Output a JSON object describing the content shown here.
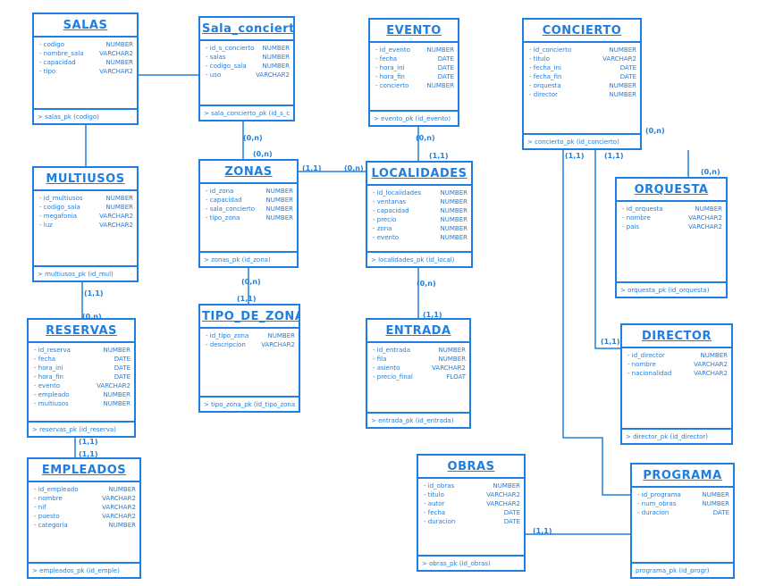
{
  "colors": {
    "stroke": "#1f7ee0",
    "background": "#ffffff"
  },
  "tables": [
    {
      "id": "salas",
      "name": "SALAS",
      "pk": "> salas_pk (codigo)",
      "attrs": [
        [
          "- codigo",
          "NUMBER"
        ],
        [
          "- nombre_sala",
          "VARCHAR2"
        ],
        [
          "- capacidad",
          "NUMBER"
        ],
        [
          "- tipo",
          "VARCHAR2"
        ]
      ]
    },
    {
      "id": "sala-concierto",
      "name": "Sala_concierto",
      "pk": "> sala_concierto_pk (id_s_con)",
      "attrs": [
        [
          "- id_s_concierto",
          "NUMBER"
        ],
        [
          "- salas",
          "NUMBER"
        ],
        [
          "- codigo_sala",
          "NUMBER"
        ],
        [
          "- uso",
          "VARCHAR2"
        ]
      ]
    },
    {
      "id": "evento",
      "name": "EVENTO",
      "pk": "> evento_pk (id_evento)",
      "attrs": [
        [
          "- id_evento",
          "NUMBER"
        ],
        [
          "- fecha",
          "DATE"
        ],
        [
          "- hora_ini",
          "DATE"
        ],
        [
          "- hora_fin",
          "DATE"
        ],
        [
          "- concierto",
          "NUMBER"
        ]
      ]
    },
    {
      "id": "concierto",
      "name": "CONCIERTO",
      "pk": "> concierto_pk (id_concierto)",
      "attrs": [
        [
          "- id_concierto",
          "NUMBER"
        ],
        [
          "- titulo",
          "VARCHAR2"
        ],
        [
          "- fecha_ini",
          "DATE"
        ],
        [
          "- fecha_fin",
          "DATE"
        ],
        [
          "- orquesta",
          "NUMBER"
        ],
        [
          "- director",
          "NUMBER"
        ]
      ]
    },
    {
      "id": "multiusos",
      "name": "MULTIUSOS",
      "pk": "> multiusos_pk (id_mul)",
      "attrs": [
        [
          "- id_multiusos",
          "NUMBER"
        ],
        [
          "- codigo_sala",
          "NUMBER"
        ],
        [
          "- megafonia",
          "VARCHAR2"
        ],
        [
          "- luz",
          "VARCHAR2"
        ]
      ]
    },
    {
      "id": "zonas",
      "name": "ZONAS",
      "pk": "> zonas_pk (id_zona)",
      "attrs": [
        [
          "- id_zona",
          "NUMBER"
        ],
        [
          "- capacidad",
          "NUMBER"
        ],
        [
          "- sala_concierto",
          "NUMBER"
        ],
        [
          "- tipo_zona",
          "NUMBER"
        ]
      ]
    },
    {
      "id": "localidades",
      "name": "LOCALIDADES",
      "pk": "> localidades_pk (id_local)",
      "attrs": [
        [
          "- id_localidades",
          "NUMBER"
        ],
        [
          "- ventanas",
          "NUMBER"
        ],
        [
          "- capacidad",
          "NUMBER"
        ],
        [
          "- precio",
          "NUMBER"
        ],
        [
          "- zona",
          "NUMBER"
        ],
        [
          "- evento",
          "NUMBER"
        ]
      ]
    },
    {
      "id": "orquesta",
      "name": "ORQUESTA",
      "pk": "> orquesta_pk (id_orquesta)",
      "attrs": [
        [
          "- id_orquesta",
          "NUMBER"
        ],
        [
          "- nombre",
          "VARCHAR2"
        ],
        [
          "- pais",
          "VARCHAR2"
        ]
      ]
    },
    {
      "id": "reservas",
      "name": "RESERVAS",
      "pk": "> reservas_pk (id_reserva)",
      "attrs": [
        [
          "- id_reserva",
          "NUMBER"
        ],
        [
          "- fecha",
          "DATE"
        ],
        [
          "- hora_ini",
          "DATE"
        ],
        [
          "- hora_fin",
          "DATE"
        ],
        [
          "- evento",
          "VARCHAR2"
        ],
        [
          "- empleado",
          "NUMBER"
        ],
        [
          "- multiusos",
          "NUMBER"
        ]
      ]
    },
    {
      "id": "tipo-de-zona",
      "name": "TIPO_DE_ZONA",
      "pk": "> tipo_zona_pk (id_tipo_zona)",
      "attrs": [
        [
          "- id_tipo_zona",
          "NUMBER"
        ],
        [
          "- descripcion",
          "VARCHAR2"
        ]
      ]
    },
    {
      "id": "entrada",
      "name": "ENTRADA",
      "pk": "> entrada_pk (id_entrada)",
      "attrs": [
        [
          "- id_entrada",
          "NUMBER"
        ],
        [
          "- fila",
          "NUMBER"
        ],
        [
          "- asiento",
          "VARCHAR2"
        ],
        [
          "- precio_final",
          "FLOAT"
        ]
      ]
    },
    {
      "id": "director",
      "name": "DIRECTOR",
      "pk": "> director_pk (id_director)",
      "attrs": [
        [
          "- id_director",
          "NUMBER"
        ],
        [
          "- nombre",
          "VARCHAR2"
        ],
        [
          "- nacionalidad",
          "VARCHAR2"
        ]
      ]
    },
    {
      "id": "empleados",
      "name": "EMPLEADOS",
      "pk": "> empleados_pk (id_emple)",
      "attrs": [
        [
          "- id_empleado",
          "NUMBER"
        ],
        [
          "- nombre",
          "VARCHAR2"
        ],
        [
          "- nif",
          "VARCHAR2"
        ],
        [
          "- puesto",
          "VARCHAR2"
        ],
        [
          "- categoria",
          "NUMBER"
        ]
      ]
    },
    {
      "id": "obras",
      "name": "OBRAS",
      "pk": "> obras_pk (id_obras)",
      "attrs": [
        [
          "- id_obras",
          "NUMBER"
        ],
        [
          "- titulo",
          "VARCHAR2"
        ],
        [
          "- autor",
          "VARCHAR2"
        ],
        [
          "- fecha",
          "DATE"
        ],
        [
          "- duracion",
          "DATE"
        ]
      ]
    },
    {
      "id": "programa",
      "name": "PROGRAMA",
      "pk": "programa_pk (id_progr)",
      "attrs": [
        [
          "- id_programa",
          "NUMBER"
        ],
        [
          "- num_obras",
          "NUMBER"
        ],
        [
          "- duracion",
          "DATE"
        ]
      ]
    }
  ],
  "cardinalities": [
    "(0,n)",
    "(0,n)",
    "(1,1)",
    "(0,n)",
    "(0,n)",
    "(1,1)",
    "(0,n)",
    "(1,1)",
    "(0,n)",
    "(1,1)",
    "(0,n)",
    "(1,1)",
    "(1,1)",
    "(0,n)",
    "(1,1)",
    "(1,1)",
    "(1,1)",
    "(0,n)",
    "(1,1)",
    "(1,1)"
  ]
}
